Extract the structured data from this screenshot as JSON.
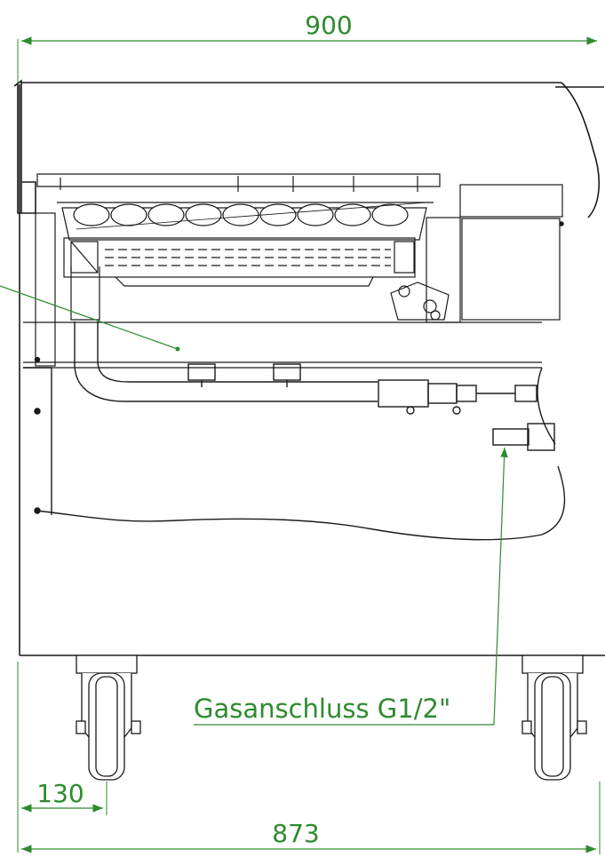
{
  "dimensions": {
    "overall_width": "900",
    "wheel_offset": "130",
    "wheelbase": "873"
  },
  "callouts": {
    "gas_connection": "Gasanschluss G1/2\""
  },
  "colors": {
    "dimension_green": "#2e8b2e",
    "line_black": "#1a1a1a",
    "hatch_gray": "#c8c8c8"
  }
}
